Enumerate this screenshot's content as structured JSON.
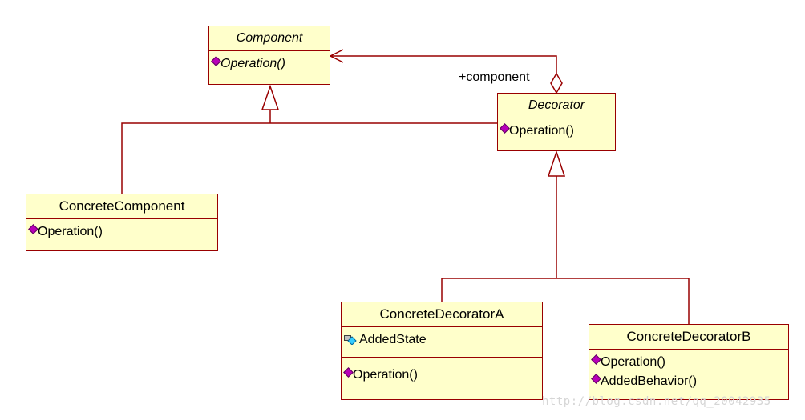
{
  "classes": {
    "component": {
      "name": "Component",
      "operations": [
        "Operation()"
      ]
    },
    "decorator": {
      "name": "Decorator",
      "operations": [
        "Operation()"
      ]
    },
    "concrete_component": {
      "name": "ConcreteComponent",
      "operations": [
        "Operation()"
      ]
    },
    "concrete_decorator_a": {
      "name": "ConcreteDecoratorA",
      "attributes": [
        "AddedState"
      ],
      "operations": [
        "Operation()"
      ]
    },
    "concrete_decorator_b": {
      "name": "ConcreteDecoratorB",
      "operations": [
        "Operation()",
        "AddedBehavior()"
      ]
    }
  },
  "association": {
    "role": "+component"
  },
  "watermark": "http://blog.csdn.net/qq_20042935",
  "colors": {
    "class_fill": "#ffffcb",
    "class_border": "#990000",
    "line": "#990000",
    "operation_icon": "#b800b8"
  }
}
